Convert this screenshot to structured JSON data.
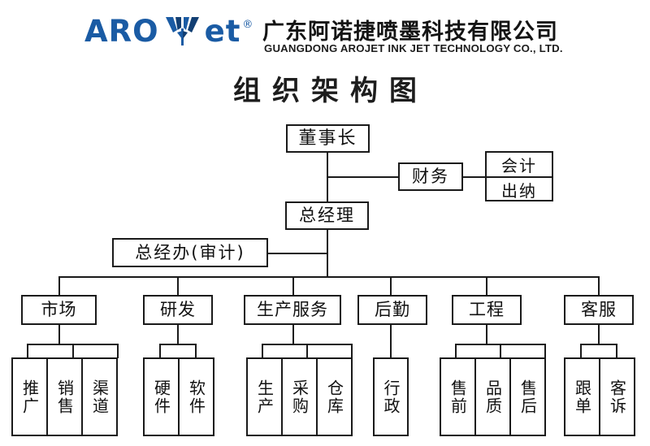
{
  "header": {
    "logo_text_left": "ARO",
    "logo_text_right": "et",
    "logo_mark": "jet-ink-drop-icon",
    "registered_mark": "®",
    "company_name_cn": "广东阿诺捷喷墨科技有限公司",
    "company_name_en": "GUANGDONG AROJET INK JET TECHNOLOGY CO., LTD.",
    "logo_color": "#1a5ba4"
  },
  "page_title": "组织架构图",
  "chart": {
    "chairman": "董事长",
    "finance": "财务",
    "finance_sub": [
      "会计",
      "出纳"
    ],
    "general_manager": "总经理",
    "gm_office": "总经办(审计)",
    "departments": [
      {
        "name": "市场",
        "subs": [
          "推广",
          "销售",
          "渠道"
        ]
      },
      {
        "name": "研发",
        "subs": [
          "硬件",
          "软件"
        ]
      },
      {
        "name": "生产服务",
        "subs": [
          "生产",
          "采购",
          "仓库"
        ]
      },
      {
        "name": "后勤",
        "subs": [
          "行政"
        ]
      },
      {
        "name": "工程",
        "subs": [
          "售前",
          "品质",
          "售后"
        ]
      },
      {
        "name": "客服",
        "subs": [
          "跟单",
          "客诉"
        ]
      }
    ]
  }
}
